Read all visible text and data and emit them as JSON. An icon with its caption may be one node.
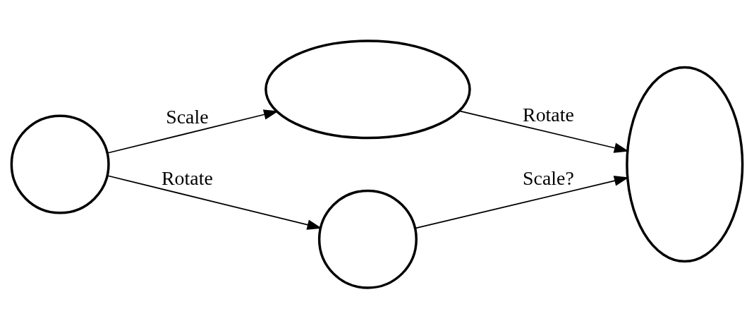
{
  "diagram": {
    "nodes": [
      {
        "text": [],
        "shape": "circle"
      },
      {
        "text": [],
        "shape": "ellipse"
      },
      {
        "text": [],
        "shape": "ellipse"
      },
      {
        "text": [],
        "shape": "circle"
      }
    ],
    "edges": [
      {
        "from": 0,
        "to": 1,
        "arrow": "to",
        "label": "Scale"
      },
      {
        "from": 1,
        "to": 2,
        "arrow": "to",
        "label": "Rotate"
      },
      {
        "from": 0,
        "to": 3,
        "arrow": "to",
        "label": "Rotate"
      },
      {
        "from": 3,
        "to": 2,
        "arrow": "to",
        "label": "Scale?"
      }
    ]
  }
}
